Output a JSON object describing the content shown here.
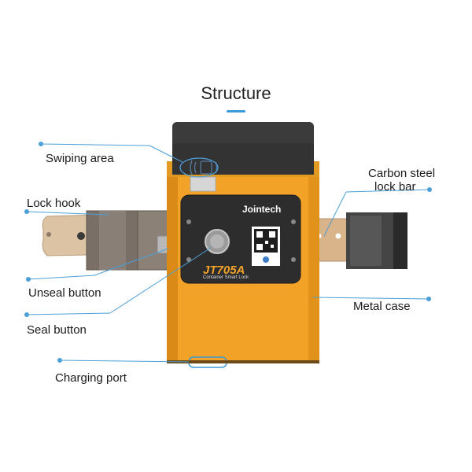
{
  "title": "Structure",
  "device": {
    "brand": "Jointech",
    "model": "JT705A",
    "subtitle": "Container Smart Lock"
  },
  "labels": {
    "swiping_area": "Swiping area",
    "lock_hook": "Lock hook",
    "unseal_button": "Unseal button",
    "seal_button": "Seal button",
    "charging_port": "Charging port",
    "carbon_steel_line1": "Carbon steel",
    "carbon_steel_line2": "lock bar",
    "metal_case": "Metal case"
  },
  "colors": {
    "accent": "#3a9ad9",
    "body_orange": "#f2a227",
    "top_cap": "#3b3b3b",
    "panel": "#2d2d2d",
    "metal": "#d9b38a"
  }
}
